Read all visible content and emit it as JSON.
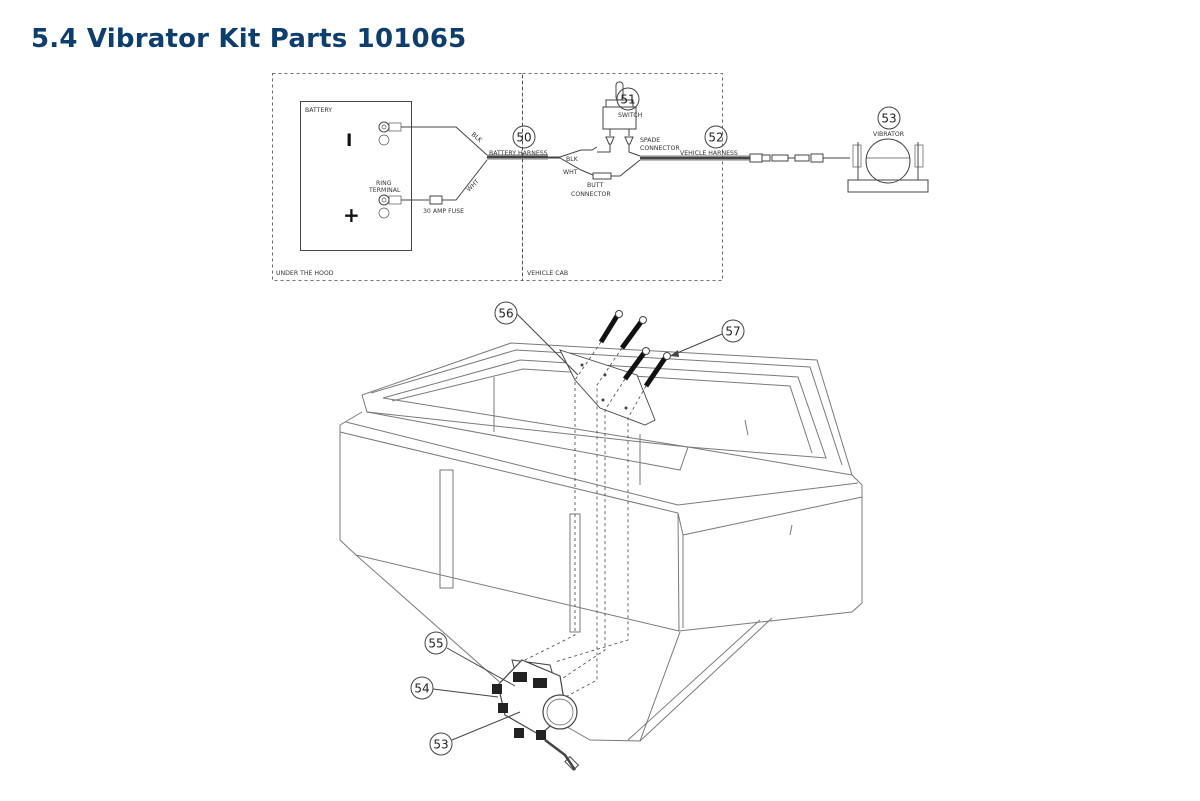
{
  "page": {
    "title": "5.4 Vibrator Kit Parts 101065"
  },
  "wiring": {
    "battery_label": "BATTERY",
    "negative_symbol": "I",
    "positive_symbol": "+",
    "ring_terminal_label_1": "RING",
    "ring_terminal_label_2": "TERMINAL",
    "fuse_label": "30 AMP FUSE",
    "blk_label": "BLK",
    "wht_label": "WHT",
    "battery_harness_label": "BATTERY HARNESS",
    "switch_label": "SWITCH",
    "spade_connector_label_1": "SPADE",
    "spade_connector_label_2": "CONNECTOR",
    "butt_connector_label_1": "BUTT",
    "butt_connector_label_2": "CONNECTOR",
    "vehicle_harness_label": "VEHICLE HARNESS",
    "vibrator_label": "VIBRATOR",
    "under_hood_label": "UNDER THE HOOD",
    "vehicle_cab_label": "VEHICLE CAB",
    "callouts": {
      "c50": "50",
      "c51": "51",
      "c52": "52",
      "c53": "53"
    }
  },
  "assembly": {
    "callouts": {
      "c53": "53",
      "c54": "54",
      "c55": "55",
      "c56": "56",
      "c57": "57"
    }
  },
  "colors": {
    "title": "#0d3e6e",
    "line": "#444444"
  }
}
